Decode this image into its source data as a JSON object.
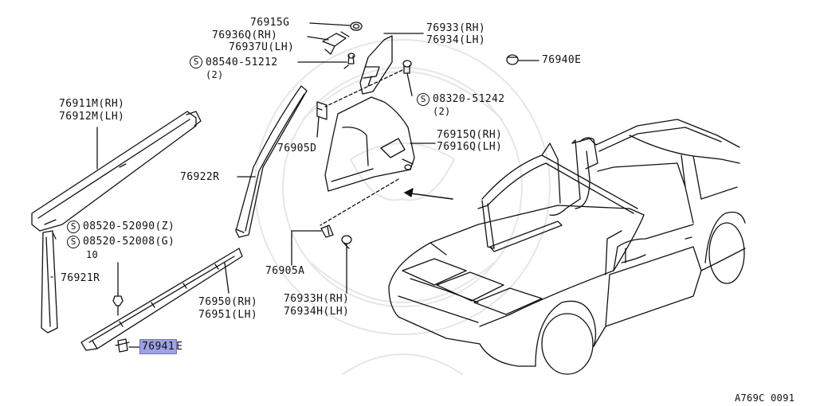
{
  "diagram": {
    "figure_code": "A769C 0091",
    "screw_symbol": "S",
    "highlighted_part": "76941E",
    "colors": {
      "line": "#111111",
      "highlight": "#9fa0e6",
      "background": "#ffffff"
    },
    "callouts": {
      "p76915G": "76915G",
      "p76936Q": "76936Q(RH)",
      "p76937U": "76937U(LH)",
      "s08540": "08540-51212",
      "s08540_qty": "(2)",
      "p76933": "76933(RH)",
      "p76934": "76934(LH)",
      "p76940E": "76940E",
      "s08320": "08320-51242",
      "s08320_qty": "(2)",
      "p76911M": "76911M(RH)",
      "p76912M": "76912M(LH)",
      "p76905D": "76905D",
      "p76915Q": "76915Q(RH)",
      "p76916Q": "76916Q(LH)",
      "p76922R": "76922R",
      "s08520a": "08520-52090(Z)",
      "s08520b": "08520-52008(G)",
      "s08520_qty": "10",
      "p76921R": "76921R",
      "p76905A": "76905A",
      "p76950": "76950(RH)",
      "p76951": "76951(LH)",
      "p76933H": "76933H(RH)",
      "p76934H": "76934H(LH)",
      "p76941E": "76941"
    },
    "p76941E_suffix": "E"
  }
}
